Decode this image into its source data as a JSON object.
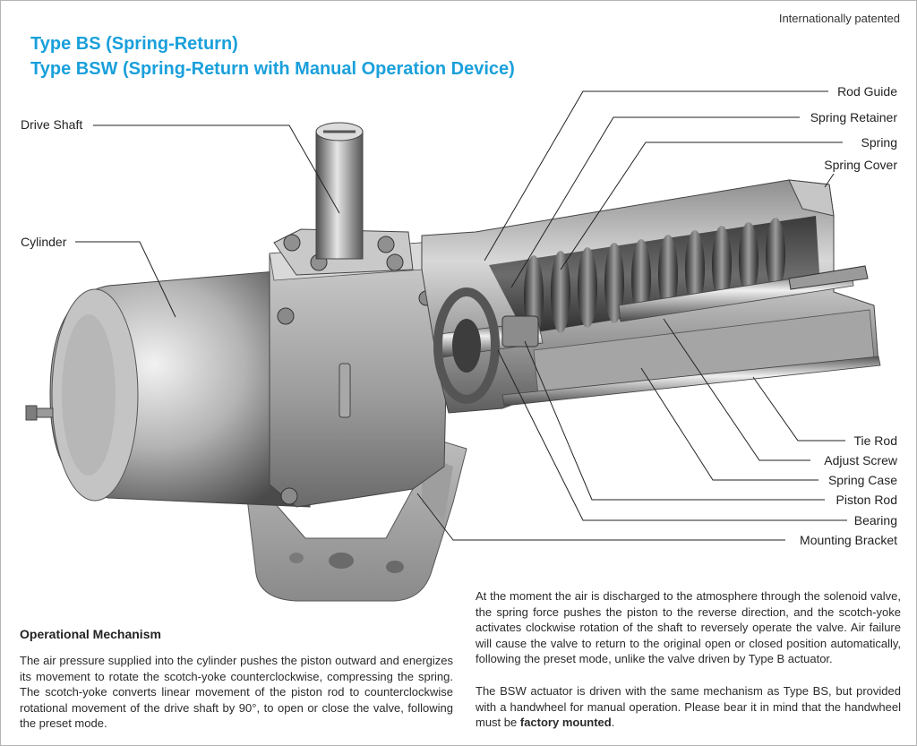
{
  "patent_note": "Internationally patented",
  "title": {
    "line1": "Type BS (Spring-Return)",
    "line2": "Type BSW (Spring-Return with Manual Operation Device)"
  },
  "labels": {
    "drive_shaft": "Drive Shaft",
    "cylinder": "Cylinder",
    "rod_guide": "Rod Guide",
    "spring_retainer": "Spring Retainer",
    "spring": "Spring",
    "spring_cover": "Spring Cover",
    "tie_rod": "Tie Rod",
    "adjust_screw": "Adjust Screw",
    "spring_case": "Spring Case",
    "piston_rod": "Piston Rod",
    "bearing": "Bearing",
    "mounting_bracket": "Mounting Bracket"
  },
  "mechanism": {
    "heading": "Operational Mechanism",
    "paragraph1": "The air pressure supplied into the cylinder pushes the piston outward and energizes its movement to rotate the scotch-yoke counterclockwise, compressing the spring. The scotch-yoke converts linear movement of the piston rod to counterclockwise rotational movement of the drive shaft by 90°, to open or close the valve, following the preset mode.",
    "paragraph2": "At the moment the air is discharged to the atmosphere through the solenoid valve, the spring force pushes the piston to the reverse direction, and the scotch-yoke activates clockwise rotation of the shaft to reversely operate the valve.  Air failure will cause the valve to return to the original open or closed position automatically, following the preset mode, unlike the valve driven by Type B actuator.",
    "paragraph3_start": "The BSW actuator is driven with the same mechanism as Type BS, but provided with a handwheel for manual operation.  Please bear it in mind that the handwheel must be ",
    "paragraph3_bold": "factory mounted",
    "paragraph3_end": "."
  }
}
